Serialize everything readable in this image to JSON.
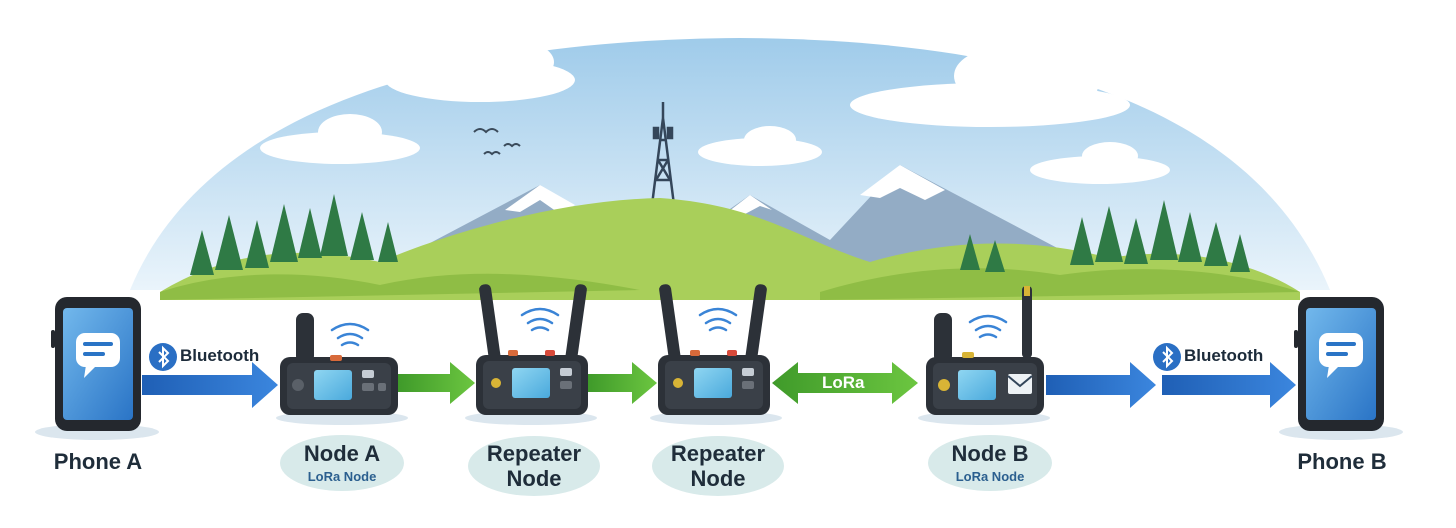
{
  "nodes": {
    "phone_a": {
      "label": "Phone A"
    },
    "node_a": {
      "label": "Node A",
      "sublabel": "LoRa Node"
    },
    "repeater_1": {
      "label_line1": "Repeater",
      "label_line2": "Node"
    },
    "repeater_2": {
      "label_line1": "Repeater",
      "label_line2": "Node"
    },
    "node_b": {
      "label": "Node B",
      "sublabel": "LoRa Node"
    },
    "phone_b": {
      "label": "Phone B"
    }
  },
  "links": {
    "bluetooth_left": {
      "label": "Bluetooth",
      "icon": "bluetooth-icon"
    },
    "lora_middle": {
      "label": "LoRa"
    },
    "bluetooth_right": {
      "label": "Bluetooth",
      "icon": "bluetooth-icon"
    }
  },
  "colors": {
    "bluetooth_blue": "#2a6fc4",
    "lora_green": "#4caf32",
    "device_body": "#2c3138",
    "screen": "#6fc6ea",
    "phone_screen": "#3f8fd6",
    "sky": "#cfe6f5",
    "grass": "#a9cf5a",
    "mountain": "#8aa5bf"
  }
}
